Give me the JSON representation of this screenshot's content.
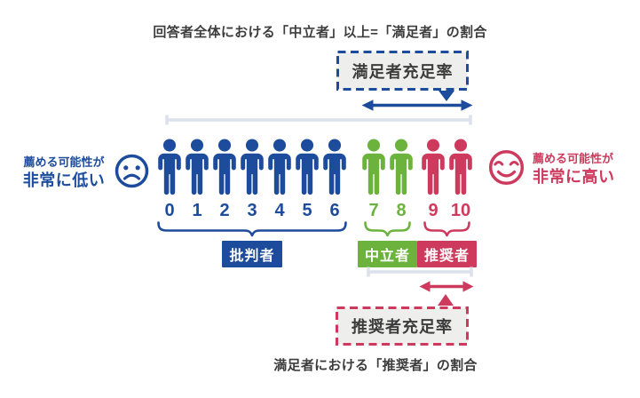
{
  "palette": {
    "blue": "#1d4c9c",
    "green": "#6cb33e",
    "red": "#cd3a5e",
    "line_gray": "#dce2ec",
    "box_bg": "#eeefec",
    "text_dark": "#3c3c3c"
  },
  "captions": {
    "top": "回答者全体における「中立者」以上=「満足者」の割合",
    "bottom": "満足者における「推奨者」の割合"
  },
  "boxes": {
    "satisfied_rate": "満足者充足率",
    "promoter_rate": "推奨者充足率"
  },
  "notes": {
    "left": {
      "line1": "薦める可能性が",
      "line2": "非常に低い"
    },
    "right": {
      "line1": "薦める可能性が",
      "line2": "非常に高い"
    }
  },
  "scale": {
    "groups": [
      {
        "id": "detractors",
        "label": "批判者",
        "color": "#1d4c9c",
        "scores": [
          "0",
          "1",
          "2",
          "3",
          "4",
          "5",
          "6"
        ]
      },
      {
        "id": "passives",
        "label": "中立者",
        "color": "#6cb33e",
        "scores": [
          "7",
          "8"
        ]
      },
      {
        "id": "promoters",
        "label": "推奨者",
        "color": "#cd3a5e",
        "scores": [
          "9",
          "10"
        ]
      }
    ]
  }
}
